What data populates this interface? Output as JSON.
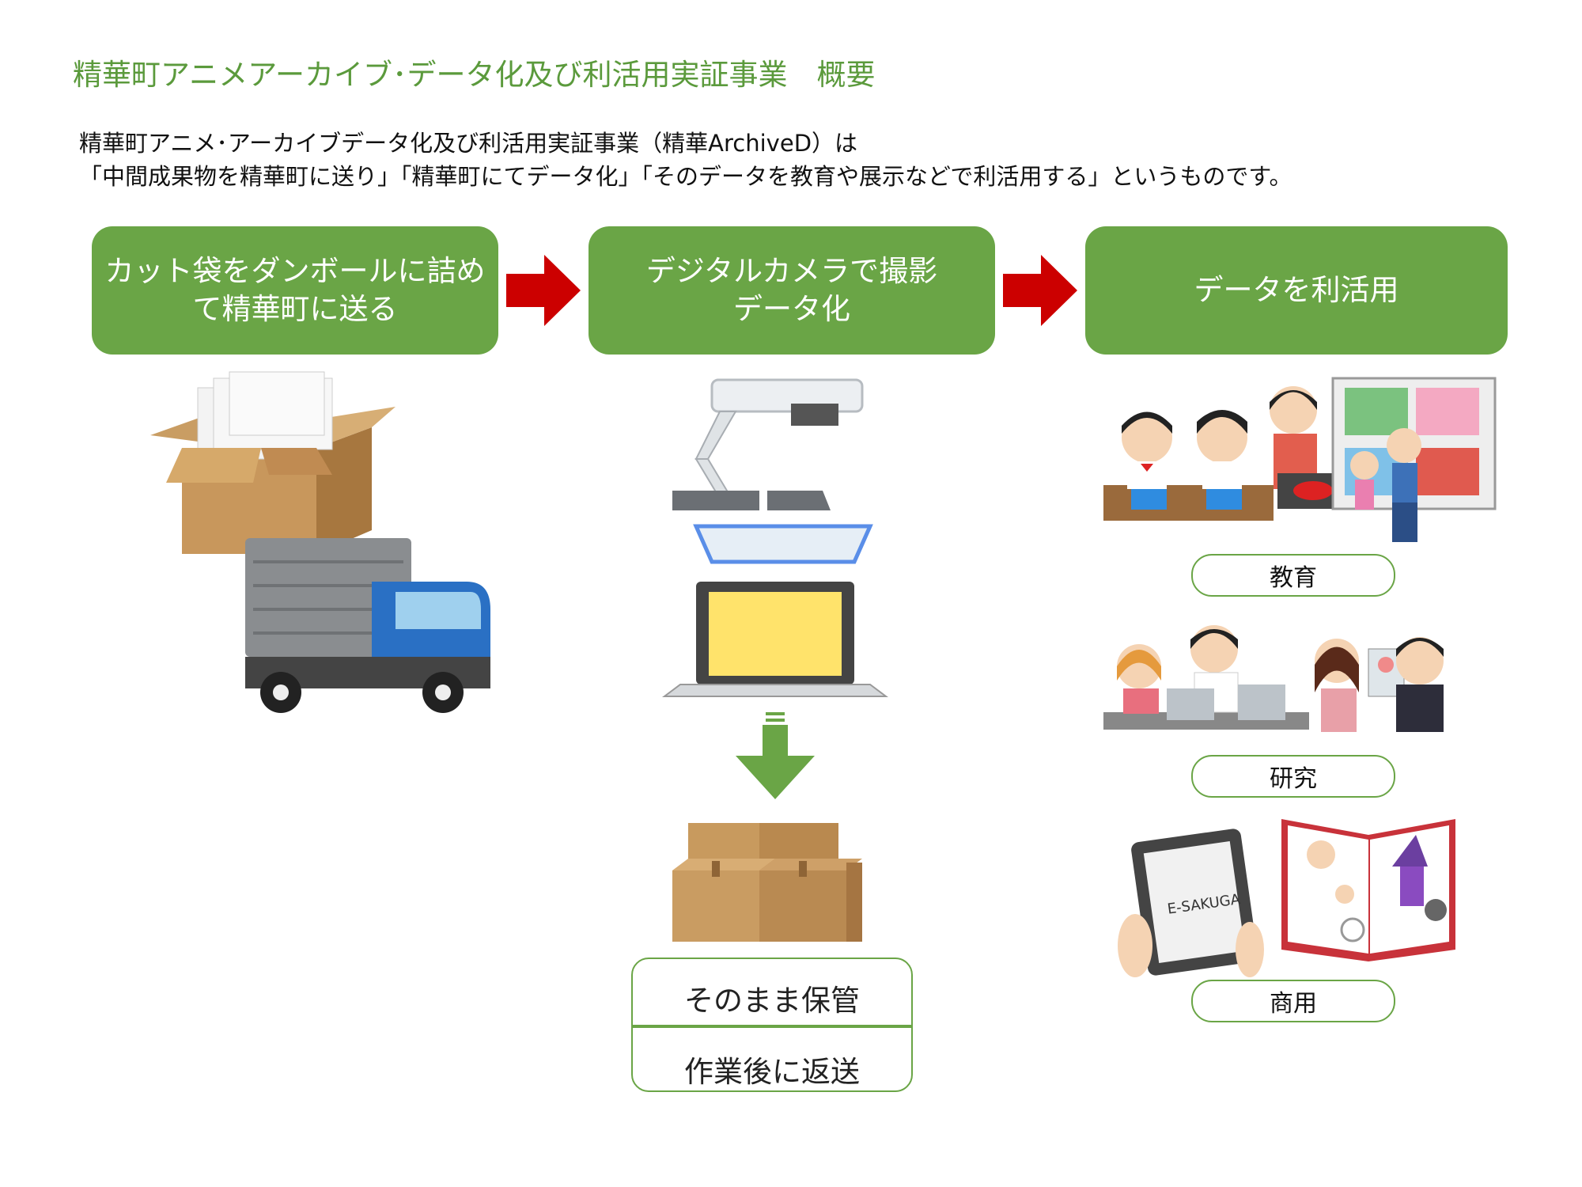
{
  "title": "精華町アニメアーカイブ･データ化及び利活用実証事業　概要",
  "intro": {
    "line1": "精華町アニメ･アーカイブデータ化及び利活用実証事業（精華ArchiveD）は",
    "line2": "「中間成果物を精華町に送り」「精華町にてデータ化」「そのデータを教育や展示などで利活用する」というものです。"
  },
  "steps": [
    {
      "line1": "カット袋をダンボールに詰め",
      "line2": "て精華町に送る"
    },
    {
      "line1": "デジタルカメラで撮影",
      "line2": "データ化"
    },
    {
      "line1": "データを利活用",
      "line2": ""
    }
  ],
  "storage": {
    "option1": "そのまま保管",
    "option2": "作業後に返送"
  },
  "uses": {
    "education": "教育",
    "research": "研究",
    "commercial": "商用"
  },
  "tablet_text": "E-SAKUGA",
  "colors": {
    "green": "#6aa546",
    "title_green": "#5b9a3c",
    "arrow_red": "#cc0000"
  },
  "icons": {
    "step1": "box-truck-illustration",
    "step2": "document-camera-laptop-illustration",
    "storage": "cardboard-boxes-illustration",
    "education": "classroom-illustration",
    "research": "research-meeting-illustration",
    "commercial": "ebook-artbook-illustration"
  }
}
